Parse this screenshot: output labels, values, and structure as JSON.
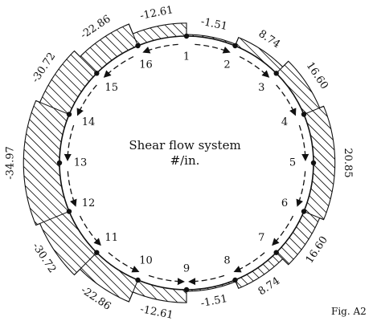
{
  "diagram": {
    "title_lines": [
      "Shear flow system",
      "#/in."
    ],
    "caption": "Fig. A2",
    "colors": {
      "ink": "#111111",
      "background": "#ffffff"
    },
    "nodes": [
      {
        "id": "1",
        "angle": 90
      },
      {
        "id": "2",
        "angle": 67.5
      },
      {
        "id": "3",
        "angle": 45
      },
      {
        "id": "4",
        "angle": 22.5
      },
      {
        "id": "5",
        "angle": 0
      },
      {
        "id": "6",
        "angle": -22.5
      },
      {
        "id": "7",
        "angle": -45
      },
      {
        "id": "8",
        "angle": -67.5
      },
      {
        "id": "9",
        "angle": -90
      },
      {
        "id": "10",
        "angle": -112.5
      },
      {
        "id": "11",
        "angle": -135
      },
      {
        "id": "12",
        "angle": -157.5
      },
      {
        "id": "13",
        "angle": 180
      },
      {
        "id": "14",
        "angle": 157.5
      },
      {
        "id": "15",
        "angle": 135
      },
      {
        "id": "16",
        "angle": 112.5
      }
    ],
    "segments": [
      {
        "label": "-1.51",
        "value": -1.51,
        "from": 90,
        "to": 67.5
      },
      {
        "label": "8.74",
        "value": 8.74,
        "from": 67.5,
        "to": 45
      },
      {
        "label": "16.60",
        "value": 16.6,
        "from": 45,
        "to": 22.5
      },
      {
        "label": "20.85",
        "value": 20.85,
        "from": 22.5,
        "to": -22.5
      },
      {
        "label": "16.60",
        "value": 16.6,
        "from": -22.5,
        "to": -45
      },
      {
        "label": "8.74",
        "value": 8.74,
        "from": -45,
        "to": -67.5
      },
      {
        "label": "-1.51",
        "value": -1.51,
        "from": -67.5,
        "to": -90
      },
      {
        "label": "-12.61",
        "value": -12.61,
        "from": -90,
        "to": -112.5
      },
      {
        "label": "-22.86",
        "value": -22.86,
        "from": -112.5,
        "to": -135
      },
      {
        "label": "-30.72",
        "value": -30.72,
        "from": -135,
        "to": -157.5
      },
      {
        "label": "-34.97",
        "value": -34.97,
        "from": -157.5,
        "to": -202.5
      },
      {
        "label": "-30.72",
        "value": -30.72,
        "from": 157.5,
        "to": 135
      },
      {
        "label": "-22.86",
        "value": -22.86,
        "from": 135,
        "to": 112.5
      },
      {
        "label": "-12.61",
        "value": -12.61,
        "from": 112.5,
        "to": 90
      }
    ]
  }
}
